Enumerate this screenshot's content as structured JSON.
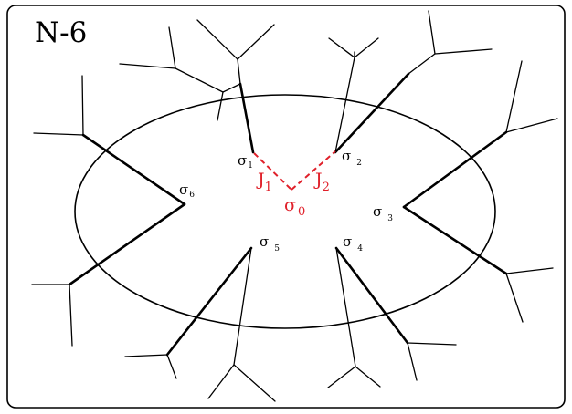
{
  "title": "N-6",
  "colors": {
    "line": "#000000",
    "bond": "#e0202a"
  },
  "center": {
    "symbol": "σ",
    "index": "0"
  },
  "couplings": [
    {
      "symbol": "J",
      "index": "1"
    },
    {
      "symbol": "J",
      "index": "2"
    }
  ],
  "sites": [
    {
      "symbol": "σ",
      "index": "1"
    },
    {
      "symbol": "σ",
      "index": "2"
    },
    {
      "symbol": "σ",
      "index": "3"
    },
    {
      "symbol": "σ",
      "index": "4"
    },
    {
      "symbol": "σ",
      "index": "5"
    },
    {
      "symbol": "σ",
      "index": "6"
    }
  ]
}
